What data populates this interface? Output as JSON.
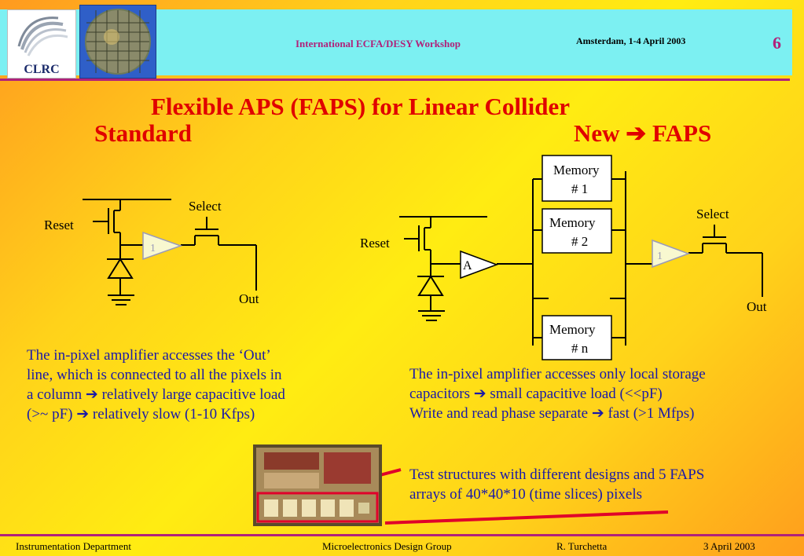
{
  "header": {
    "workshop": "International ECFA/DESY Workshop",
    "place_date": "Amsterdam, 1-4 April 2003",
    "page_number": "6",
    "logo_text": "CLRC"
  },
  "slide": {
    "title": "Flexible APS (FAPS) for Linear Collider",
    "left_heading": "Standard",
    "right_heading_prefix": "New",
    "right_heading_suffix": "FAPS"
  },
  "diagram_standard": {
    "reset_label": "Reset",
    "select_label": "Select",
    "buffer_label": "1",
    "out_label": "Out"
  },
  "diagram_faps": {
    "reset_label": "Reset",
    "select_label": "Select",
    "amp_label": "A",
    "buffer_label": "1",
    "out_label": "Out",
    "memory1_line1": "Memory",
    "memory1_line2": "# 1",
    "memory2_line1": "Memory",
    "memory2_line2": "# 2",
    "memoryn_line1": "Memory",
    "memoryn_line2": "# n"
  },
  "text": {
    "left_para": [
      "The in-pixel amplifier accesses the ‘Out’",
      "line, which is connected to all the pixels in",
      "a column ➔ relatively large capacitive load",
      "(>~ pF) ➔ relatively slow (1-10 Kfps)"
    ],
    "right_para": [
      "The in-pixel amplifier accesses only local storage",
      "capacitors ➔ small capacitive load (<<pF)",
      "Write and read phase separate ➔ fast (>1 Mfps)"
    ],
    "test_para": [
      "Test structures with different designs and 5 FAPS",
      "arrays of 40*40*10 (time slices) pixels"
    ]
  },
  "footer": {
    "department": "Instrumentation Department",
    "group": "Microelectronics Design Group",
    "author": "R. Turchetta",
    "date": "3 April 2003"
  },
  "colors": {
    "header_bg": "#7cf0f2",
    "accent": "#b0227a",
    "title_red": "#e00000",
    "body_blue": "#1a1aa8"
  }
}
